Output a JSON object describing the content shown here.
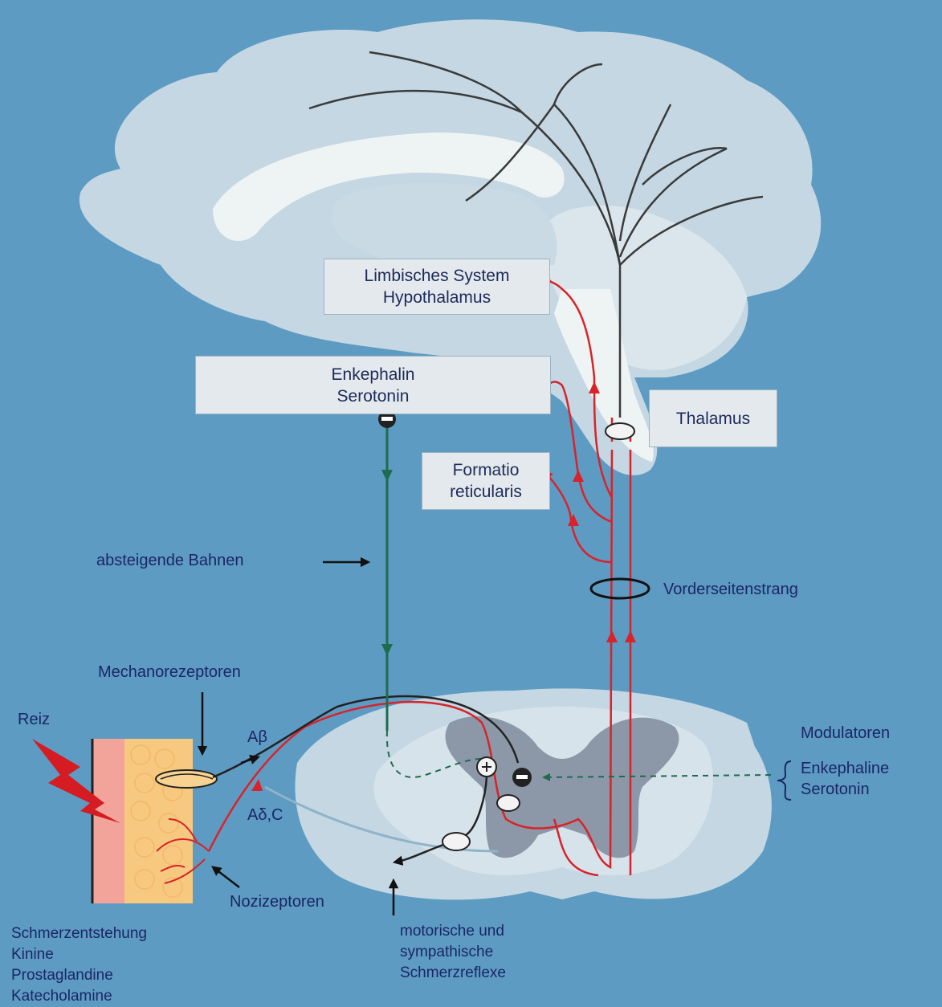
{
  "boxes": {
    "limbic_line1": "Limbisches System",
    "limbic_line2": "Hypothalamus",
    "enkephalin_line1": "Enkephalin",
    "enkephalin_line2": "Serotonin",
    "thalamus": "Thalamus",
    "formatio_line1": "Formatio",
    "formatio_line2": "reticularis"
  },
  "labels": {
    "absteigende_bahnen": "absteigende Bahnen",
    "vorderseitenstrang": "Vorderseitenstrang",
    "mechanorezeptoren": "Mechanorezeptoren",
    "reiz": "Reiz",
    "a_beta": "Aβ",
    "a_delta_c": "Aδ,C",
    "nozizeptoren": "Nozizeptoren",
    "modulatoren": "Modulatoren",
    "modulatoren_enkephaline": "Enkephaline",
    "modulatoren_serotonin": "Serotonin",
    "schmerz_line1": "Schmerzentstehung",
    "schmerz_line2": "Kinine",
    "schmerz_line3": "Prostaglandine",
    "schmerz_line4": "Katecholamine",
    "reflex_line1": "motorische und",
    "reflex_line2": "sympathische",
    "reflex_line3": "Schmerzreflexe"
  },
  "symbols": {
    "plus": "+",
    "minus": "−"
  },
  "colors": {
    "background": "#5d9bc3",
    "brain": "#c4d7e3",
    "brain_highlight": "#eef3f3",
    "pain_pathway": "#d8232a",
    "descending_pathway": "#1f6b4f",
    "neuron_line": "#2b2b2b",
    "skin_inner": "#f7c980",
    "skin_outer": "#f2a39a"
  }
}
